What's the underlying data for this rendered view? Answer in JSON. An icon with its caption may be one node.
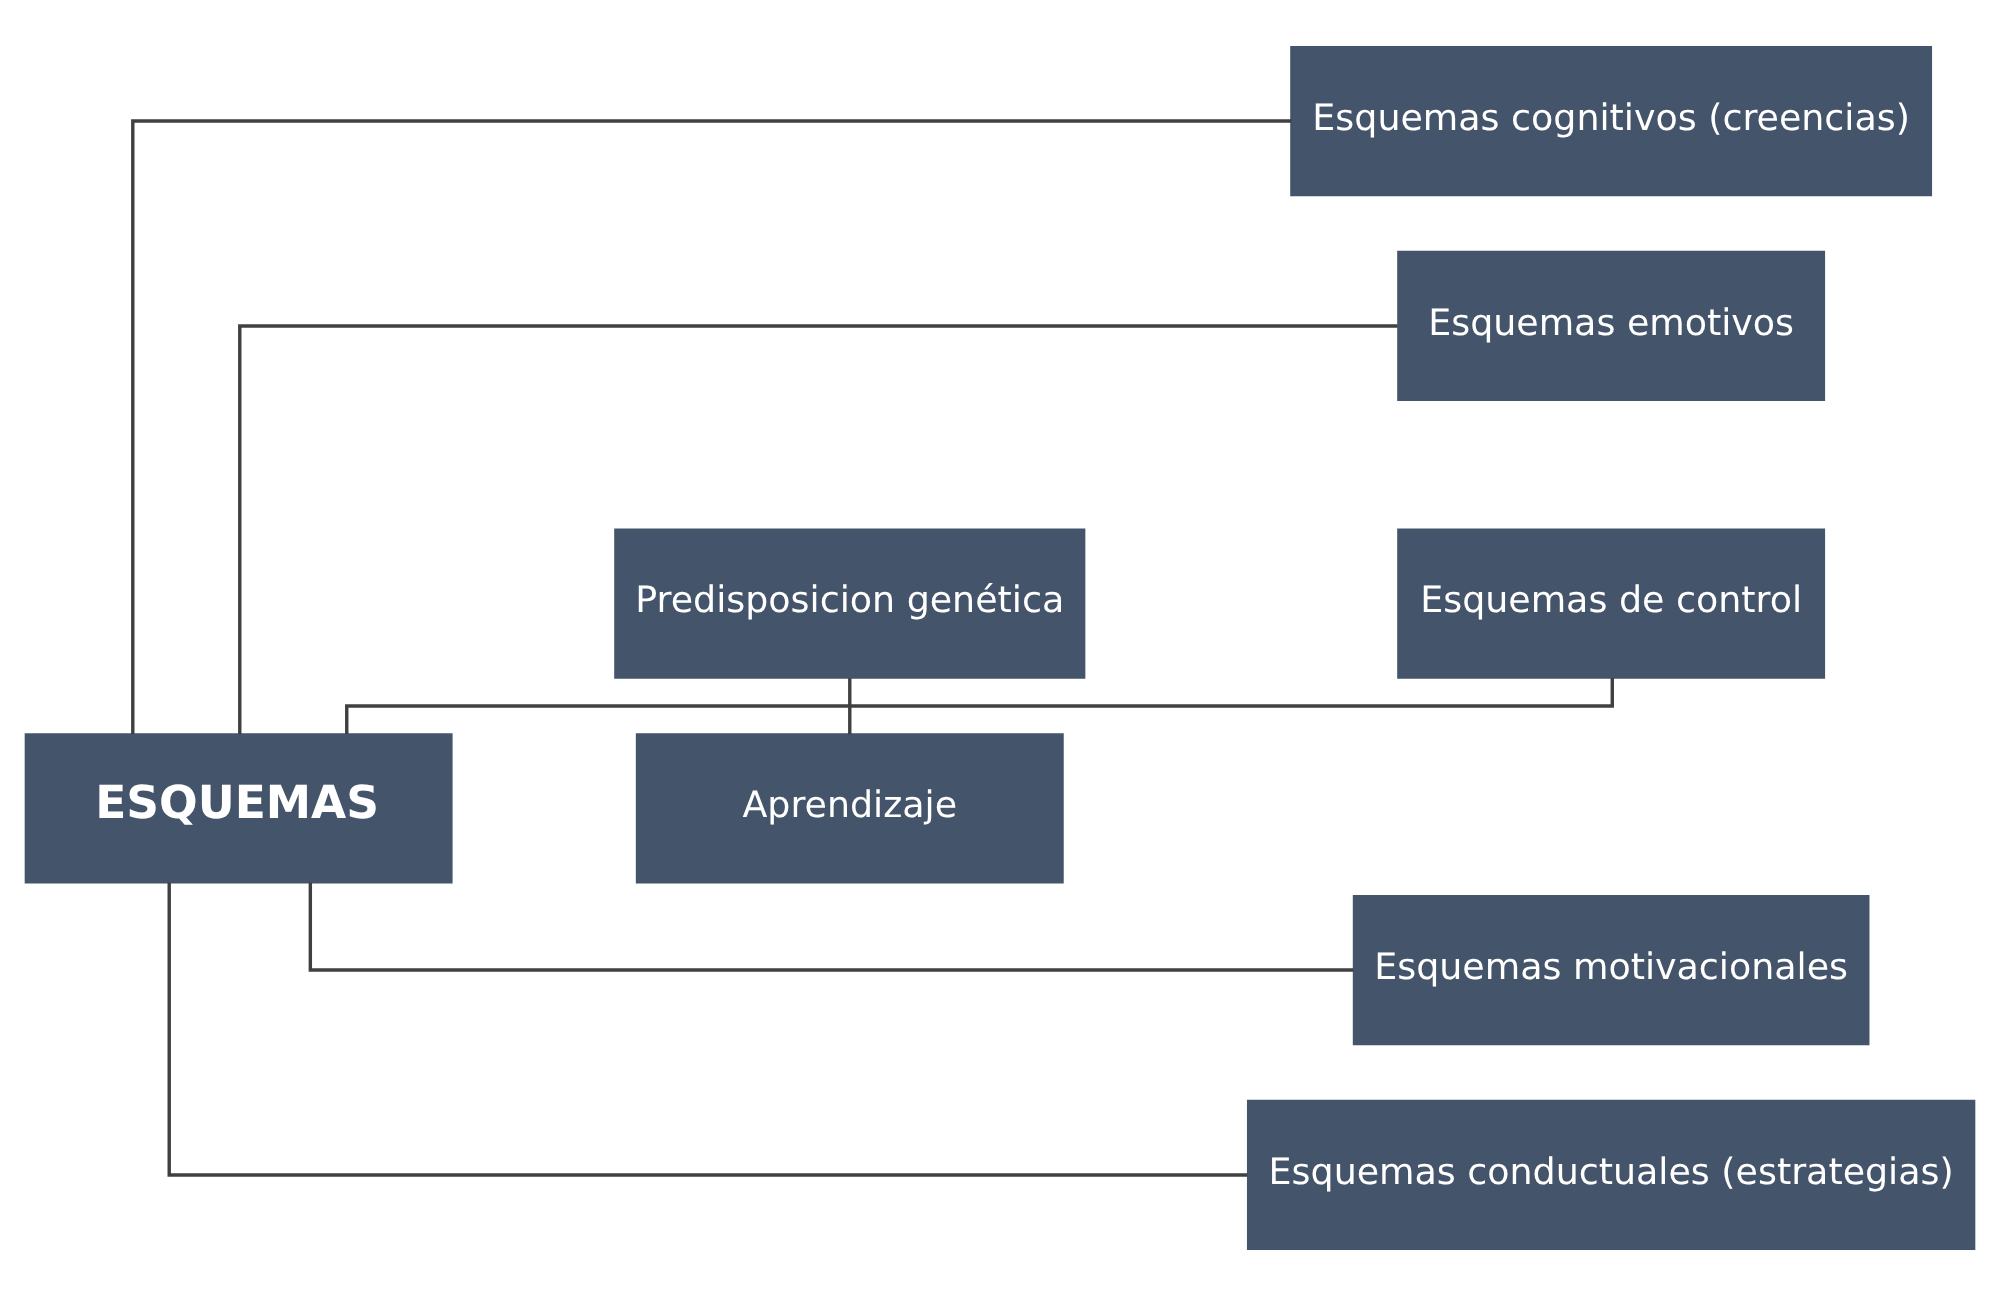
{
  "diagram": {
    "nodes": [
      {
        "text": [
          "ESQUEMAS"
        ]
      },
      {
        "text": [
          "Predisposicion genética"
        ]
      },
      {
        "text": [
          "Aprendizaje"
        ]
      },
      {
        "text": [
          "Esquemas cognitivos (creencias)"
        ]
      },
      {
        "text": [
          "Esquemas emotivos"
        ]
      },
      {
        "text": [
          "Esquemas de control"
        ]
      },
      {
        "text": [
          "Esquemas motivacionales"
        ]
      },
      {
        "text": [
          "Esquemas conductuales (estrategias)"
        ]
      }
    ],
    "edges": [
      {
        "from": 0,
        "to": 3,
        "arrow": "none"
      },
      {
        "from": 0,
        "to": 4,
        "arrow": "none"
      },
      {
        "from": 0,
        "to": 5,
        "arrow": "none"
      },
      {
        "from": 0,
        "to": 6,
        "arrow": "none"
      },
      {
        "from": 0,
        "to": 7,
        "arrow": "none"
      },
      {
        "from": 1,
        "to": 2,
        "arrow": "none"
      }
    ]
  }
}
